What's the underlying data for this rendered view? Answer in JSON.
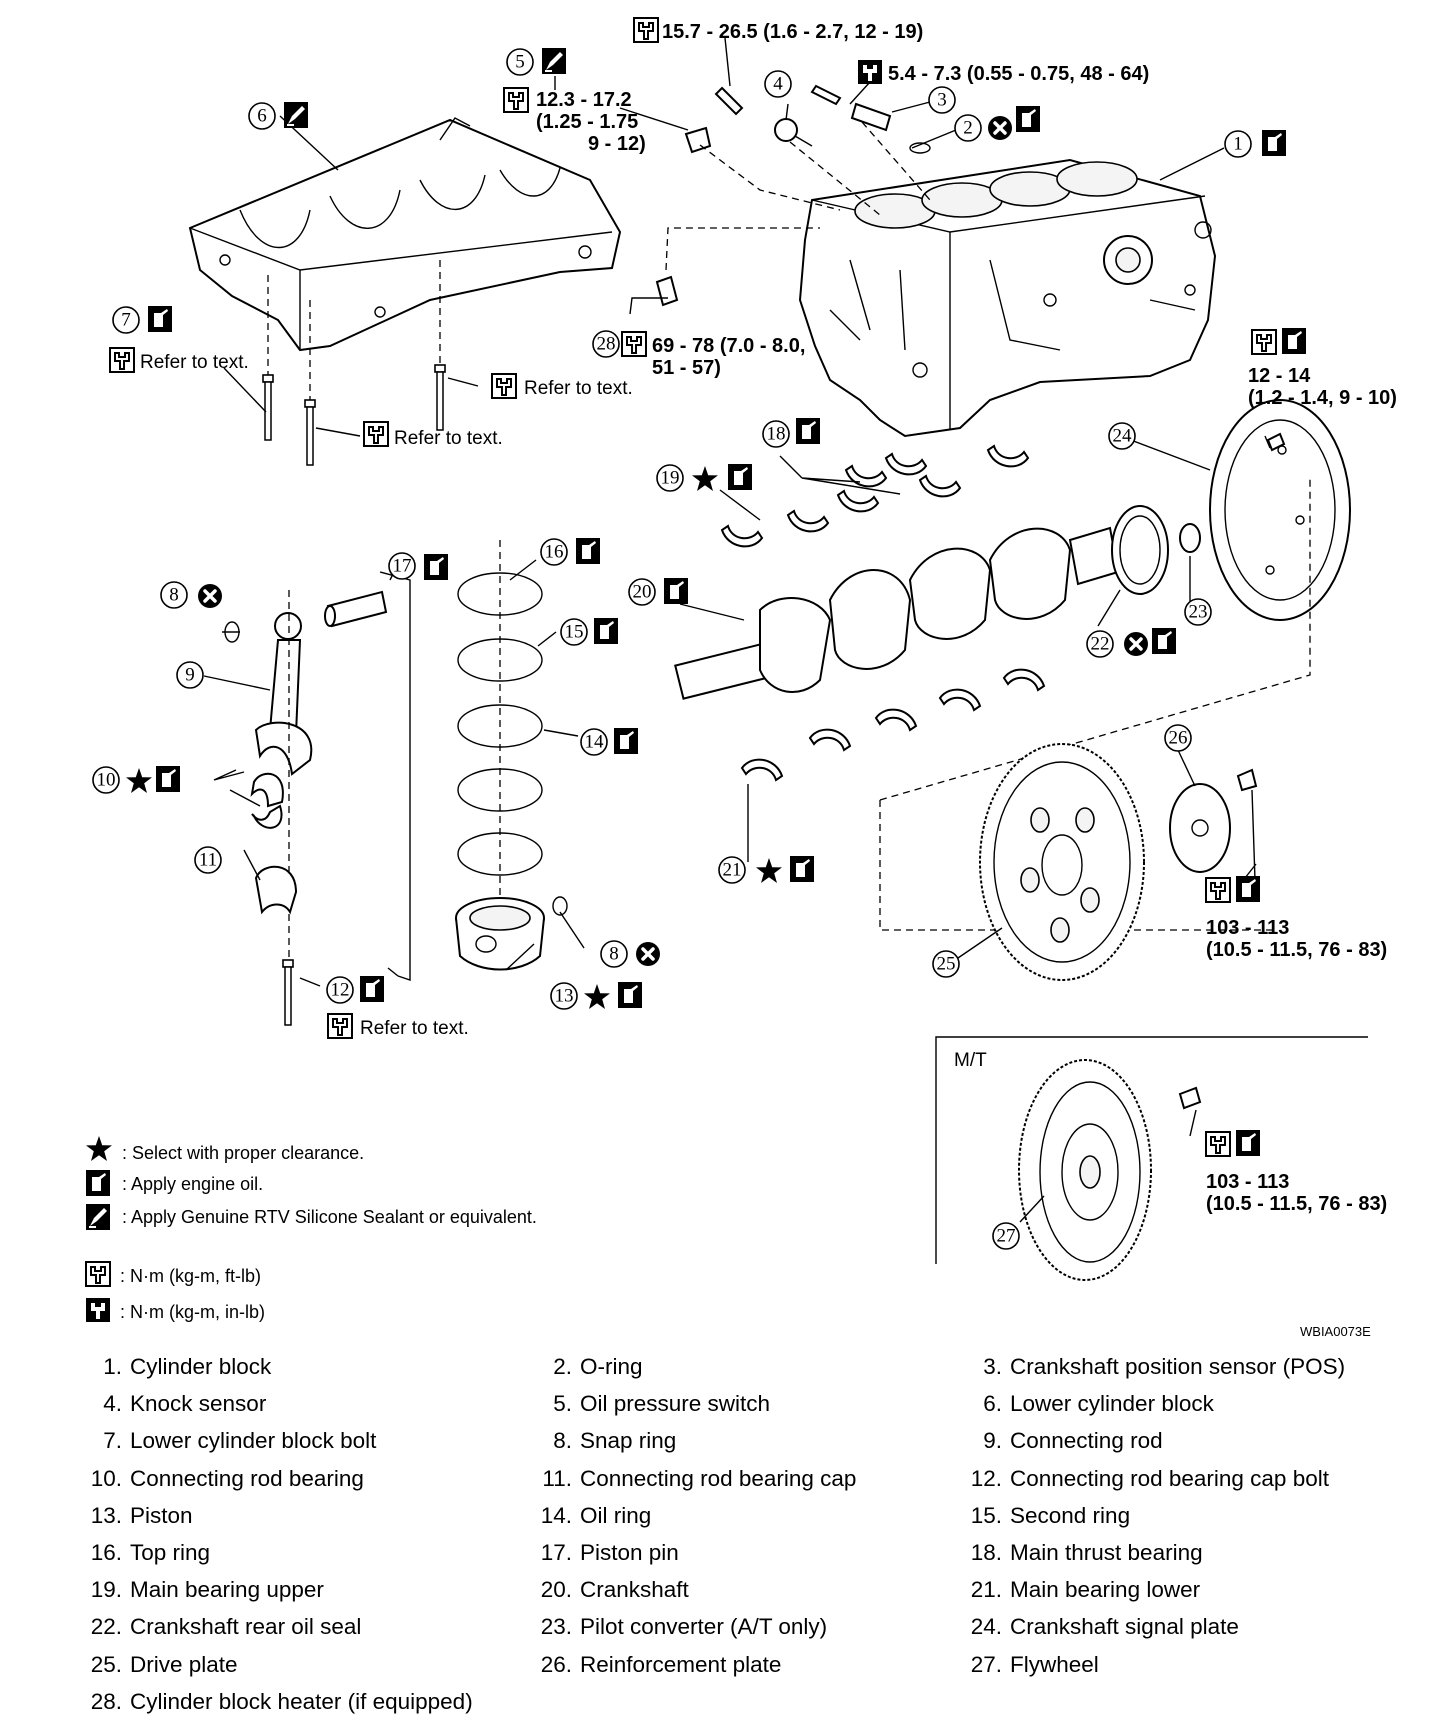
{
  "diagram_code": "WBIA0073E",
  "inset_label": "M/T",
  "torque_specs": {
    "t_top": "15.7 - 26.5 (1.6 - 2.7, 12 - 19)",
    "t_sensor": "5.4 - 7.3 (0.55 - 0.75, 48 - 64)",
    "t_switch_1": "12.3 - 17.2",
    "t_switch_2": "(1.25 - 1.75",
    "t_switch_3": "9 - 12)",
    "t_heater_1": "69 - 78 (7.0 - 8.0,",
    "t_heater_2": "51 - 57)",
    "t_plate_1": "12 - 14",
    "t_plate_2": "(1.2 - 1.4, 9 - 10)",
    "t_drive_1": "103 - 113",
    "t_drive_2": "(10.5 - 11.5, 76 - 83)",
    "t_fly_1": "103 - 113",
    "t_fly_2": "(10.5 - 11.5, 76 - 83)",
    "refer_text": "Refer to text."
  },
  "legend": {
    "star": ": Select with proper clearance.",
    "oil": ": Apply engine oil.",
    "rtv": ": Apply Genuine RTV Silicone Sealant or equivalent.",
    "nm_ftlb": ": N·m  (kg-m,  ft-lb)",
    "nm_inlb": ": N·m  (kg-m,  in-lb)"
  },
  "callout_numbers": [
    "1",
    "2",
    "3",
    "4",
    "5",
    "6",
    "7",
    "8",
    "9",
    "10",
    "11",
    "12",
    "13",
    "14",
    "15",
    "16",
    "17",
    "18",
    "19",
    "20",
    "21",
    "22",
    "23",
    "24",
    "25",
    "26",
    "27",
    "28"
  ],
  "parts": [
    {
      "num": "1.",
      "name": "Cylinder block"
    },
    {
      "num": "2.",
      "name": "O-ring"
    },
    {
      "num": "3.",
      "name": "Crankshaft position sensor (POS)"
    },
    {
      "num": "4.",
      "name": "Knock sensor"
    },
    {
      "num": "5.",
      "name": "Oil pressure switch"
    },
    {
      "num": "6.",
      "name": "Lower cylinder block"
    },
    {
      "num": "7.",
      "name": "Lower cylinder block bolt"
    },
    {
      "num": "8.",
      "name": "Snap ring"
    },
    {
      "num": "9.",
      "name": "Connecting rod"
    },
    {
      "num": "10.",
      "name": "Connecting rod bearing"
    },
    {
      "num": "11.",
      "name": "Connecting rod bearing cap"
    },
    {
      "num": "12.",
      "name": "Connecting rod bearing cap bolt"
    },
    {
      "num": "13.",
      "name": "Piston"
    },
    {
      "num": "14.",
      "name": "Oil ring"
    },
    {
      "num": "15.",
      "name": "Second ring"
    },
    {
      "num": "16.",
      "name": "Top ring"
    },
    {
      "num": "17.",
      "name": "Piston pin"
    },
    {
      "num": "18.",
      "name": "Main thrust bearing"
    },
    {
      "num": "19.",
      "name": "Main bearing upper"
    },
    {
      "num": "20.",
      "name": "Crankshaft"
    },
    {
      "num": "21.",
      "name": "Main bearing lower"
    },
    {
      "num": "22.",
      "name": "Crankshaft rear oil seal"
    },
    {
      "num": "23.",
      "name": "Pilot converter (A/T only)"
    },
    {
      "num": "24.",
      "name": "Crankshaft signal plate"
    },
    {
      "num": "25.",
      "name": "Drive plate"
    },
    {
      "num": "26.",
      "name": "Reinforcement plate"
    },
    {
      "num": "27.",
      "name": "Flywheel"
    },
    {
      "num": "28.",
      "name": "Cylinder block heater (if equipped)"
    }
  ]
}
